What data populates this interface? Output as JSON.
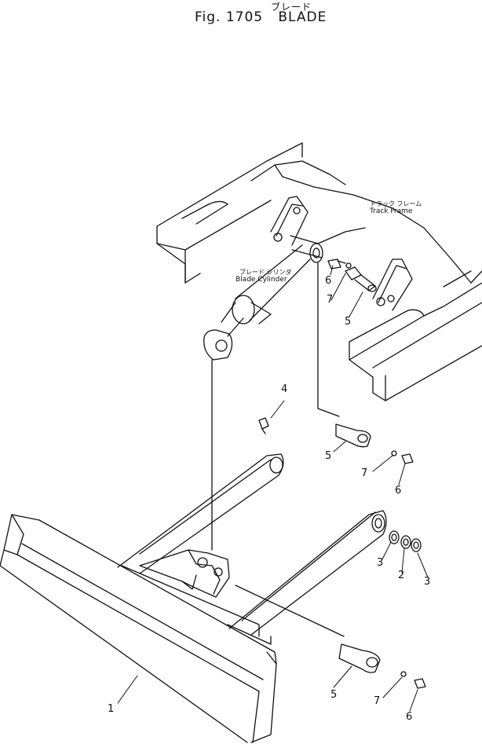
{
  "header": {
    "title_jp": "ブレード",
    "fig_label": "Fig. 1705",
    "title_en": "BLADE"
  },
  "labels": {
    "track_frame_jp": "トラック フレーム",
    "track_frame_en": "Track Frame",
    "blade_cylinder_jp": "ブレード シリンダ",
    "blade_cylinder_en": "Blade Cylinder"
  },
  "callouts": [
    {
      "id": "c-6-top",
      "text": "6"
    },
    {
      "id": "c-7-top",
      "text": "7"
    },
    {
      "id": "c-5-top",
      "text": "5"
    },
    {
      "id": "c-4",
      "text": "4"
    },
    {
      "id": "c-5-mid",
      "text": "5"
    },
    {
      "id": "c-7-mid",
      "text": "7"
    },
    {
      "id": "c-6-mid",
      "text": "6"
    },
    {
      "id": "c-3-left",
      "text": "3"
    },
    {
      "id": "c-2",
      "text": "2"
    },
    {
      "id": "c-3-right",
      "text": "3"
    },
    {
      "id": "c-1",
      "text": "1"
    },
    {
      "id": "c-5-bot",
      "text": "5"
    },
    {
      "id": "c-7-bot",
      "text": "7"
    },
    {
      "id": "c-6-bot",
      "text": "6"
    }
  ],
  "colors": {
    "ink": "#111111",
    "paper": "#ffffff"
  }
}
